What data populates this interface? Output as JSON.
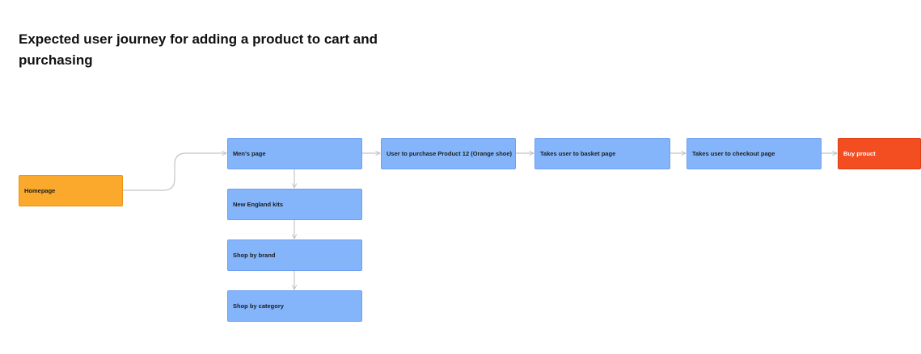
{
  "title": "Expected user journey for adding a product to cart and purchasing",
  "nodes": {
    "homepage": "Homepage",
    "mens_page": "Men's page",
    "purchase_product": "User to purchase Product 12 (Orange shoe)",
    "basket_page": "Takes user to basket page",
    "checkout_page": "Takes user to checkout page",
    "buy_product": "Buy prouct",
    "new_england_kits": "New England kits",
    "shop_by_brand": "Shop by brand",
    "shop_by_category": "Shop by category"
  },
  "colors": {
    "page_node": "#84b5fb",
    "start_node": "#fba92c",
    "end_node": "#f34d22",
    "connector": "#c4c4c4"
  }
}
